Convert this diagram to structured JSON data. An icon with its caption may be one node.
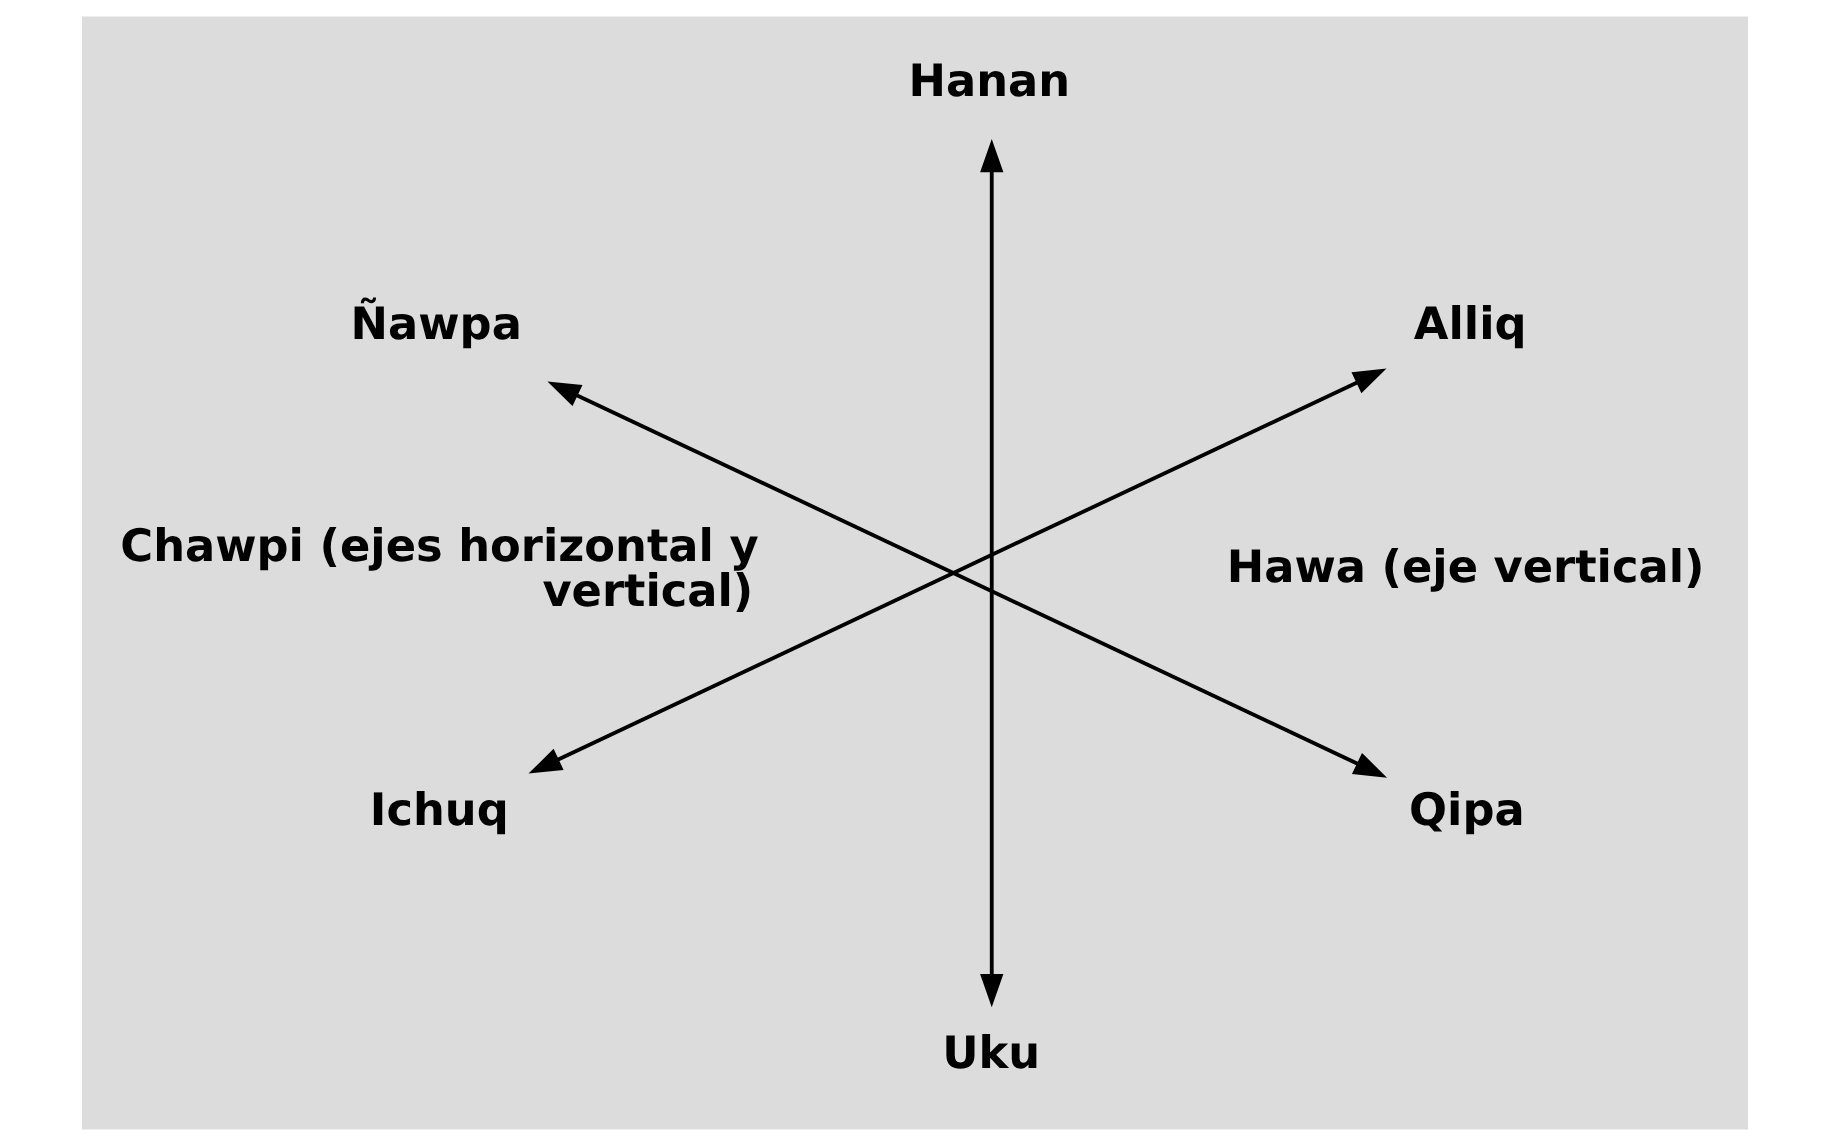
{
  "diagram": {
    "nodes": [
      {
        "text": [
          "Hanan"
        ]
      },
      {
        "text": [
          "Ñawpa"
        ]
      },
      {
        "text": [
          "Alliq"
        ]
      },
      {
        "text": [
          "Ichuq"
        ]
      },
      {
        "text": [
          "Qipa"
        ]
      },
      {
        "text": [
          "Uku"
        ]
      }
    ],
    "edges": [
      {
        "from": 5,
        "to": 0,
        "arrow": "both"
      },
      {
        "from": 3,
        "to": 2,
        "arrow": "both"
      },
      {
        "from": 4,
        "to": 1,
        "arrow": "both"
      }
    ],
    "labels": [
      "Chawpi (ejes horizontal y vertical)",
      "Hawa (eje vertical)"
    ]
  }
}
